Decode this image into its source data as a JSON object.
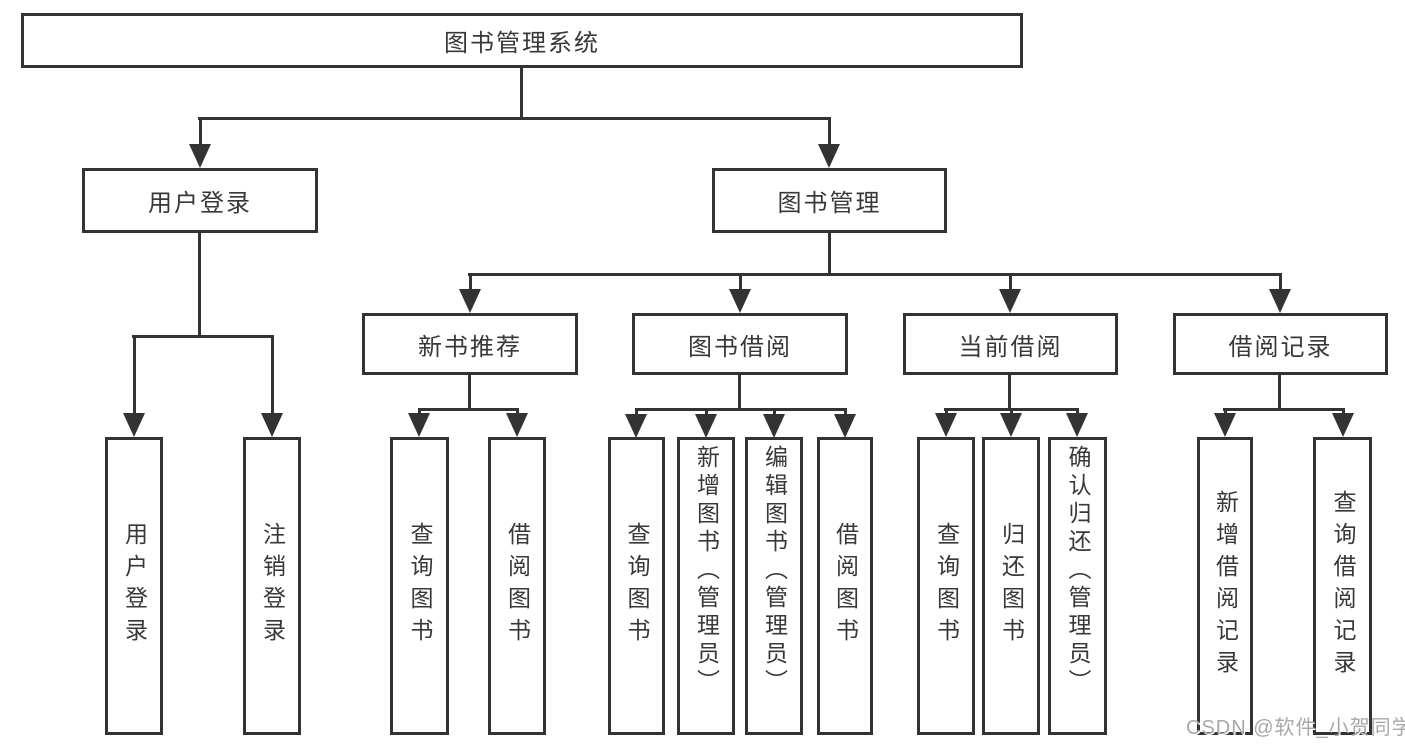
{
  "diagram_title": "图书管理系统",
  "nodes": {
    "root": "图书管理系统",
    "user_login": "用户登录",
    "book_management": "图书管理",
    "new_book_recommend": "新书推荐",
    "book_borrowing": "图书借阅",
    "current_borrowing": "当前借阅",
    "borrowing_records": "借阅记录",
    "leaf_user_login": "用户登录",
    "leaf_logout": "注销登录",
    "leaf_query_books_1": "查询图书",
    "leaf_borrow_books_1": "借阅图书",
    "leaf_query_books_2": "查询图书",
    "leaf_add_books": "新增图书（管理员）",
    "leaf_edit_books": "编辑图书（管理员）",
    "leaf_borrow_books_2": "借阅图书",
    "leaf_query_books_3": "查询图书",
    "leaf_return_books": "归还图书",
    "leaf_confirm_return": "确认归还（管理员）",
    "leaf_add_borrow_record": "新增借阅记录",
    "leaf_query_borrow_record": "查询借阅记录"
  },
  "hierarchy": {
    "图书管理系统": {
      "用户登录": [
        "用户登录",
        "注销登录"
      ],
      "图书管理": {
        "新书推荐": [
          "查询图书",
          "借阅图书"
        ],
        "图书借阅": [
          "查询图书",
          "新增图书（管理员）",
          "编辑图书（管理员）",
          "借阅图书"
        ],
        "当前借阅": [
          "查询图书",
          "归还图书",
          "确认归还（管理员）"
        ],
        "借阅记录": [
          "新增借阅记录",
          "查询借阅记录"
        ]
      }
    }
  },
  "watermark": "CSDN @软件_小贺同学",
  "colors": {
    "line": "#333333",
    "text": "#383838",
    "background": "#ffffff",
    "watermark": "#a8a8a8"
  }
}
